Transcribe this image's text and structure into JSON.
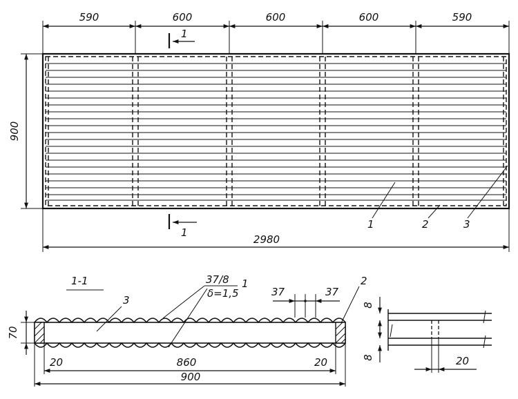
{
  "plan": {
    "dims_top": [
      "590",
      "600",
      "600",
      "600",
      "590"
    ],
    "dim_total": "2980",
    "dim_height": "900",
    "section_mark": "1",
    "callouts": [
      "1",
      "2",
      "3"
    ]
  },
  "section": {
    "title": "1-1",
    "callout_1_top": "37/8",
    "callout_1_bottom": "δ=1,5",
    "callout_1_num": "1",
    "callout_2_num": "2",
    "callout_3_num": "3",
    "pitch_left": "37",
    "pitch_right": "37",
    "height": "70",
    "edge_left": "20",
    "middle": "860",
    "edge_right": "20",
    "total": "900"
  },
  "detail": {
    "top": "8",
    "bottom": "8",
    "width": "20"
  }
}
